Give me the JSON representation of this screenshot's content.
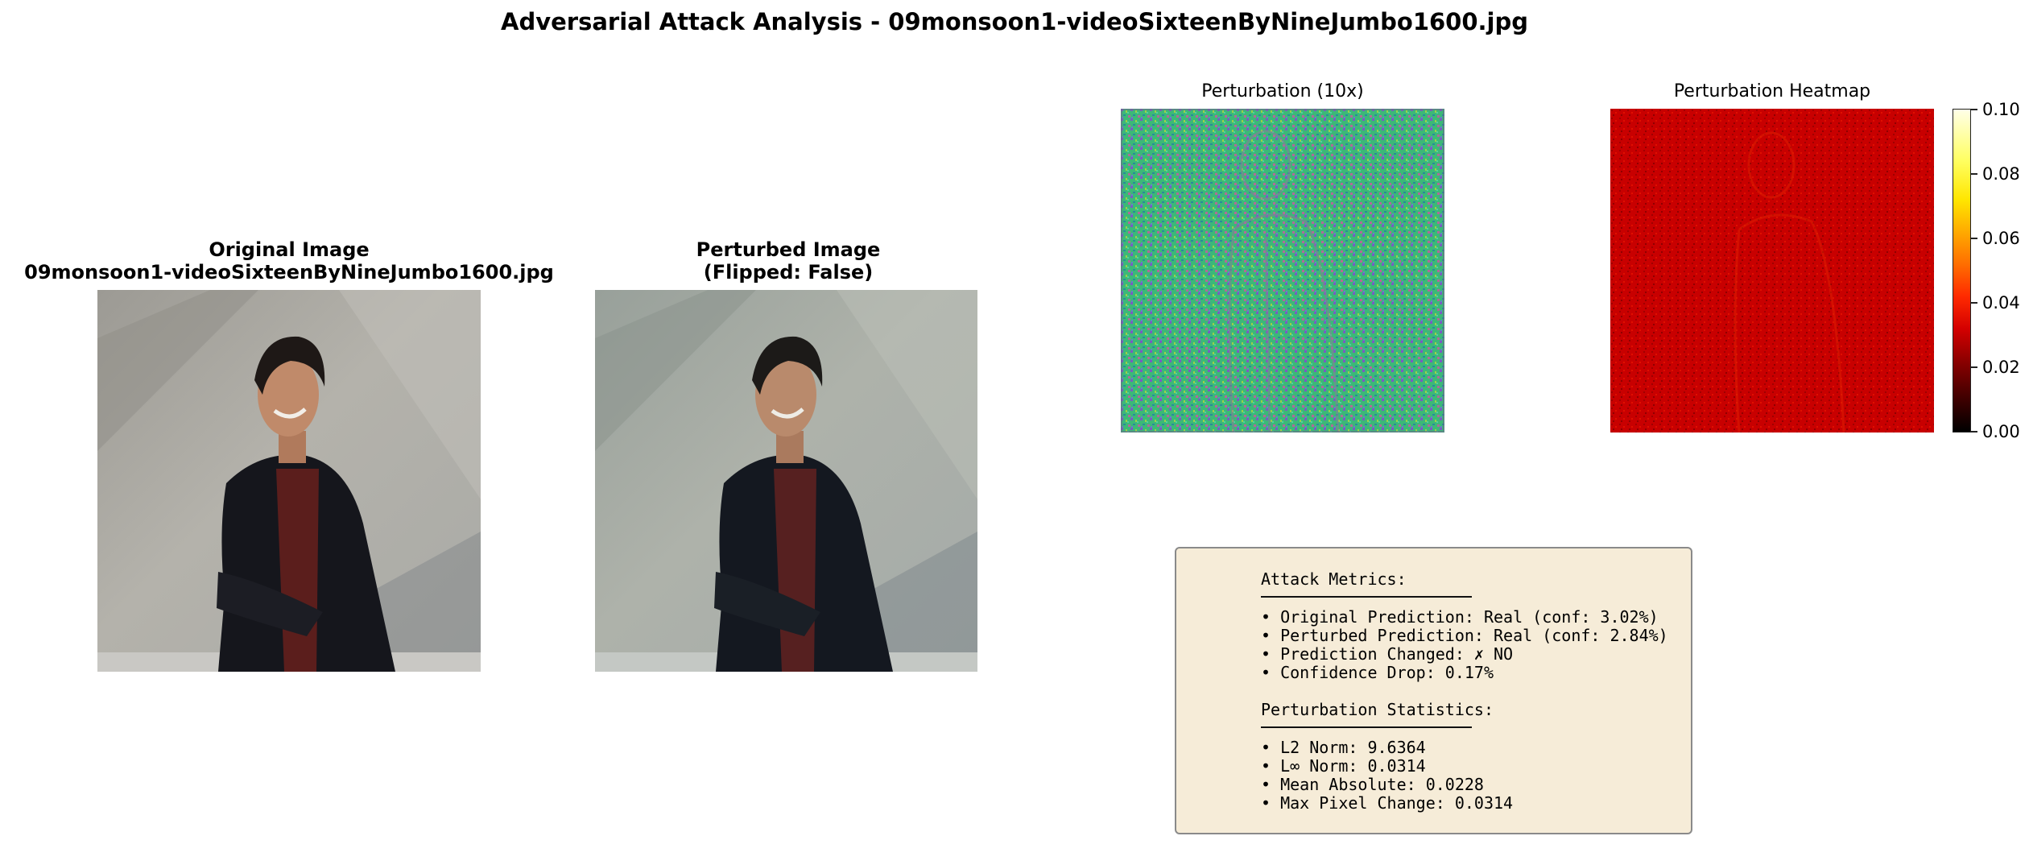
{
  "figure": {
    "title": "Adversarial Attack Analysis - 09monsoon1-videoSixteenByNineJumbo1600.jpg"
  },
  "panels": {
    "original": {
      "title_line1": "Original Image",
      "title_line2": "09monsoon1-videoSixteenByNineJumbo1600.jpg"
    },
    "perturbed": {
      "title_line1": "Perturbed Image",
      "title_line2": "(Flipped: False)"
    },
    "perturbation": {
      "title": "Perturbation (10x)"
    },
    "heatmap": {
      "title": "Perturbation Heatmap",
      "colorbar": {
        "colormap": "hot",
        "ticks": [
          "0.00",
          "0.02",
          "0.04",
          "0.06",
          "0.08",
          "0.10"
        ]
      }
    }
  },
  "metrics": {
    "attack_header": "Attack Metrics:",
    "attack_lines": [
      "• Original Prediction: Real (conf: 3.02%)",
      "• Perturbed Prediction: Real (conf: 2.84%)",
      "• Prediction Changed: ✗ NO",
      "• Confidence Drop: 0.17%"
    ],
    "stats_header": "Perturbation Statistics:",
    "stats_lines": [
      "• L2 Norm: 9.6364",
      "• L∞ Norm: 0.0314",
      "• Mean Absolute: 0.0228",
      "• Max Pixel Change: 0.0314"
    ]
  },
  "colors": {
    "metrics_box_bg": "#f6ecd8",
    "perturbation_base": "#3cb878",
    "heatmap_base": "#c80000"
  }
}
